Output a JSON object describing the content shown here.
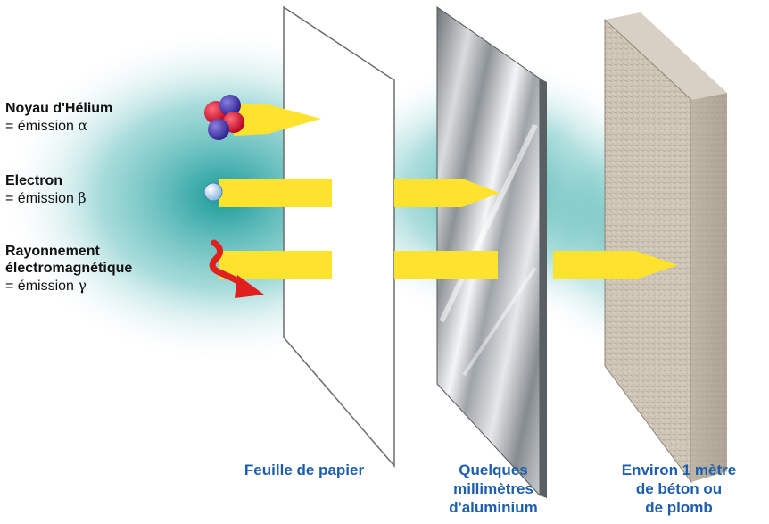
{
  "radiations": [
    {
      "title_lines": [
        "Noyau d'Hélium"
      ],
      "prefix": "= émission ",
      "symbol": "α",
      "icon": "helium-nucleus-icon"
    },
    {
      "title_lines": [
        "Electron"
      ],
      "prefix": "= émission ",
      "symbol": "β",
      "icon": "electron-icon"
    },
    {
      "title_lines": [
        "Rayonnement",
        "électromagnétique"
      ],
      "prefix": "= émission ",
      "symbol": "γ",
      "icon": "wave-arrow-icon"
    }
  ],
  "barriers": [
    {
      "lines": [
        "Feuille de papier"
      ]
    },
    {
      "lines": [
        "Quelques",
        "millimètres",
        "d'aluminium"
      ]
    },
    {
      "lines": [
        "Environ 1 mètre",
        "de béton ou",
        "de plomb"
      ]
    }
  ],
  "colors": {
    "beam": "#fde22e",
    "caption": "#1d5fae",
    "glow": "#0f9a98"
  }
}
